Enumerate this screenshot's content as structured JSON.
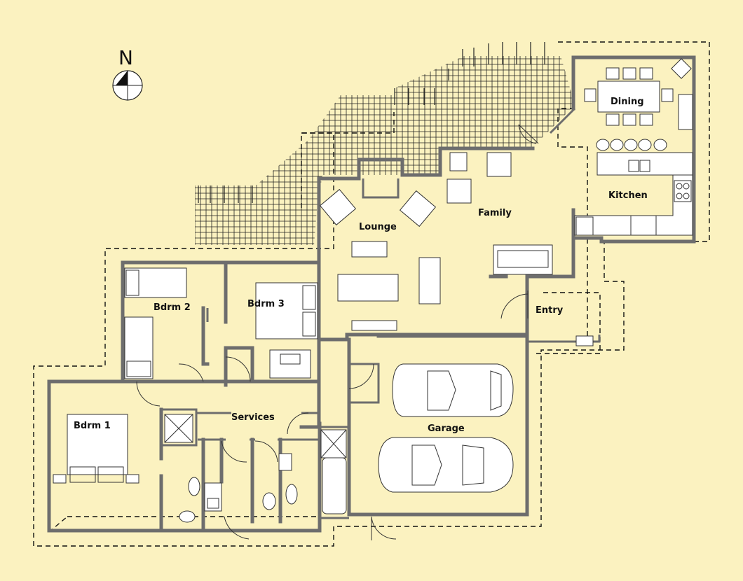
{
  "compass": {
    "label": "N"
  },
  "rooms": {
    "dining": "Dining",
    "kitchen": "Kitchen",
    "family": "Family",
    "lounge": "Lounge",
    "bdrm2": "Bdrm 2",
    "bdrm3": "Bdrm 3",
    "entry": "Entry",
    "services": "Services",
    "bdrm1": "Bdrm 1",
    "garage": "Garage"
  },
  "colors": {
    "background": "#fbf2c0",
    "wall": "#6d6d6d",
    "line": "#111111",
    "furniture": "#ffffff"
  },
  "icons": [
    "north-compass-icon",
    "car-icon",
    "bed-icon",
    "sofa-icon",
    "toilet-icon",
    "bath-icon",
    "shower-icon"
  ]
}
